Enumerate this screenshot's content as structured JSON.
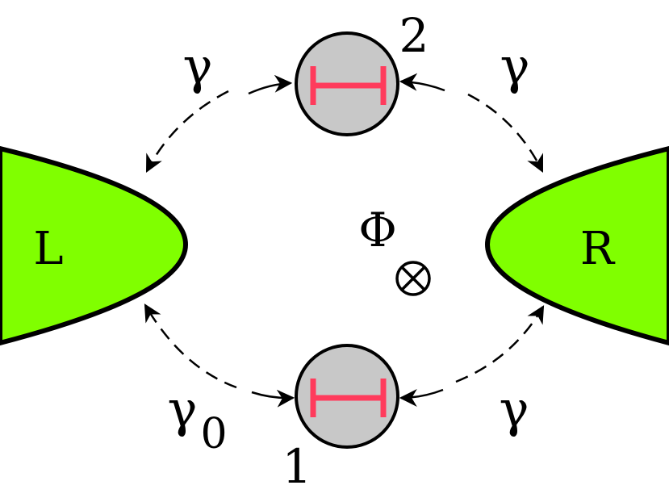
{
  "diagram": {
    "leads": {
      "left": {
        "label": "L",
        "fill_color": "#80ff00"
      },
      "right": {
        "label": "R",
        "fill_color": "#80ff00"
      }
    },
    "dots": [
      {
        "label": "2",
        "fill_color": "#c8c8c8",
        "icon": "red-bracket-bar-icon",
        "icon_color": "#ff3b5c"
      },
      {
        "label": "1",
        "fill_color": "#c8c8c8",
        "icon": "red-bracket-bar-icon",
        "icon_color": "#ff3b5c"
      }
    ],
    "couplings": {
      "top_left": {
        "symbol": "γ",
        "subscript": ""
      },
      "top_right": {
        "symbol": "γ",
        "subscript": ""
      },
      "bottom_left": {
        "symbol": "γ",
        "subscript": "0"
      },
      "bottom_right": {
        "symbol": "γ",
        "subscript": ""
      }
    },
    "flux": {
      "symbol": "Φ",
      "marker": "⊗"
    }
  }
}
